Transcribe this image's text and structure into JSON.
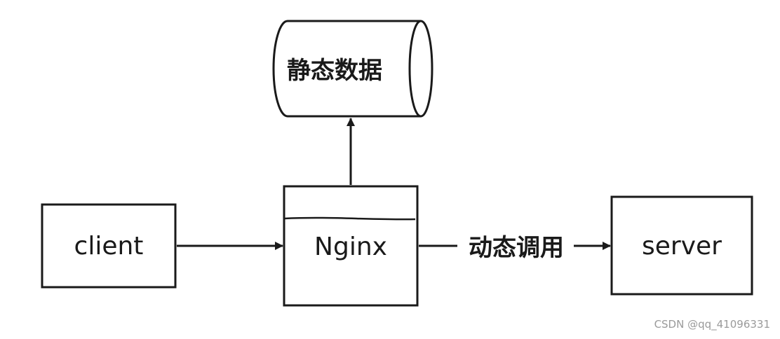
{
  "nodes": {
    "database": {
      "label": "静态数据"
    },
    "client": {
      "label": "client"
    },
    "nginx": {
      "label": "Nginx"
    },
    "server": {
      "label": "server"
    }
  },
  "edges": {
    "client_to_nginx": {
      "label": ""
    },
    "nginx_to_database": {
      "label": ""
    },
    "nginx_to_server": {
      "label": "动态调用"
    }
  },
  "colors": {
    "stroke": "#1a1a1a",
    "background": "#ffffff",
    "watermark": "#9a9a9a"
  },
  "watermark": "CSDN @qq_41096331"
}
